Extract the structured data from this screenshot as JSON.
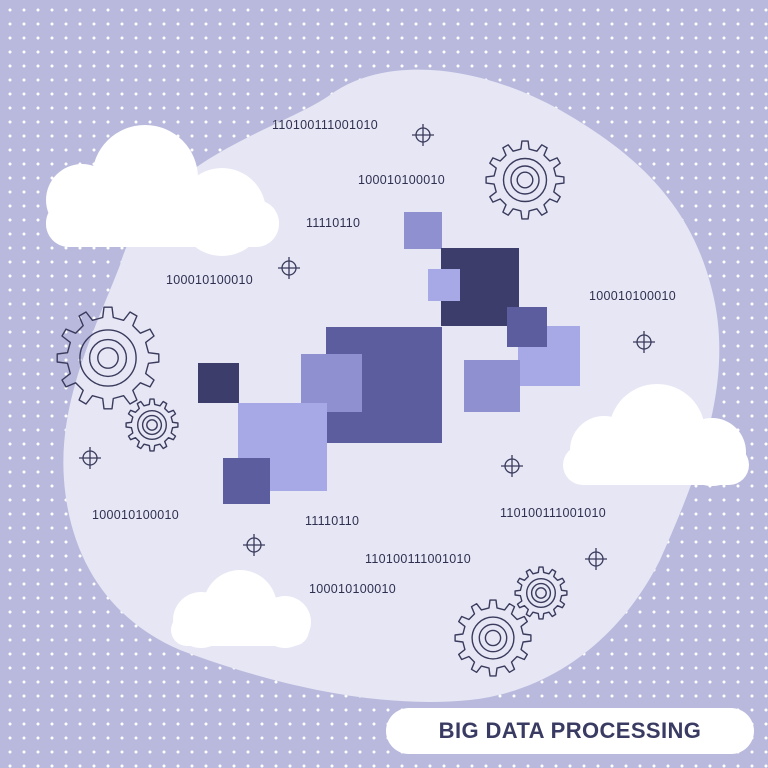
{
  "title": "BIG DATA PROCESSING",
  "binary_strings": [
    "110100111001010",
    "100010100010",
    "11110110",
    "100010100010",
    "100010100010",
    "100010100010",
    "11110110",
    "110100111001010",
    "110100111001010",
    "100010100010"
  ],
  "icons": [
    "cloud-icon",
    "gear-icon",
    "crosshair-icon",
    "data-block-icon"
  ],
  "colors": {
    "background": "#b9b9dd",
    "blob": "#e6e6f5",
    "dark_navy": "#3c3d6b",
    "medium_blue": "#5b5d9f",
    "light_purple": "#8f90d0",
    "lavender": "#a7a8e6",
    "line_art": "#3a3b5c",
    "title_text": "#3a3b63"
  }
}
